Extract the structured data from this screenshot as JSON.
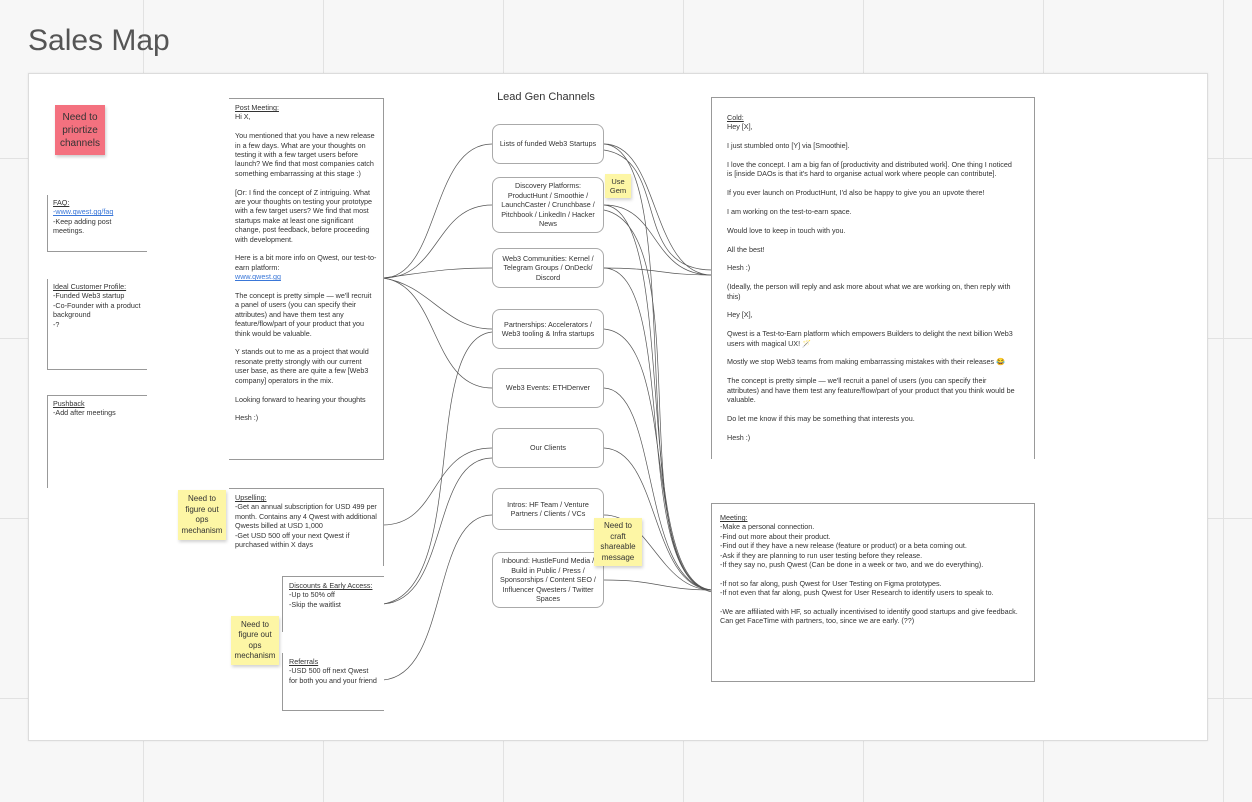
{
  "board": {
    "title": "Sales Map"
  },
  "stickies": {
    "prioritize": "Need to priortize channels",
    "use_gem": "Use Gem",
    "upsell_ops": "Need to figure out ops mechanism",
    "discount_ops": "Need to figure out ops mechanism",
    "craft_message": "Need to craft shareable message"
  },
  "faq": {
    "heading": "FAQ:",
    "link": "-www.qwest.gg/faq",
    "line2": "-Keep adding post meetings."
  },
  "icp": {
    "heading": "Ideal Customer Profile:",
    "lines": [
      "-Funded Web3 startup",
      "-Co-Founder with a product background",
      "-?"
    ]
  },
  "pushback": {
    "heading": "Pushback",
    "line1": "-Add after meetings"
  },
  "post_meeting": {
    "heading": "Post Meeting:",
    "greeting": "Hi X,",
    "p1": "You mentioned that you have a new release in a few days. What are your thoughts on testing it with a few target users before launch? We find that most companies catch something embarrassing at this stage :)",
    "p2": "[Or: I find the concept of Z intriguing. What are your thoughts on testing your prototype with a few target users?  We find that most startups make at least one significant change, post feedback, before proceeding with development.",
    "p3": "Here is a bit more info on Qwest, our test-to-earn platform:",
    "p3_link": "www.qwest.gg",
    "p4": "The concept is pretty simple — we'll recruit a panel of users (you can specify their attributes) and have them test any feature/flow/part of your product that you think would be valuable.",
    "p5": "Y stands out to me as a project that would resonate pretty strongly with our current user base, as there are quite a few [Web3 company] operators in the mix.",
    "p6": "Looking forward to hearing your thoughts",
    "sign": "Hesh :)"
  },
  "upselling": {
    "heading": "Upselling:",
    "line1": "-Get an annual subscription for USD 499 per month. Contains any 4 Qwest with additional Qwests billed at USD 1,000",
    "line2": "-Get USD 500 off your next Qwest if purchased within X days"
  },
  "discounts": {
    "heading": "Discounts & Early Access:",
    "line1": "-Up to 50% off",
    "line2": "-Skip the waitlist"
  },
  "referrals": {
    "heading": "Referrals",
    "line1": "-USD 500 off next Qwest for both you and your friend"
  },
  "lead_gen": {
    "title": "Lead Gen Channels",
    "channels": [
      "Lists of funded Web3 Startups",
      "Discovery Platforms: ProductHunt / Smoothie / LaunchCaster / Crunchbase / Pitchbook / LinkedIn / Hacker News",
      "Web3 Communities: Kernel / Telegram Groups / OnDeck/ Discord",
      "Partnerships: Accelerators / Web3 tooling & Infra startups",
      "Web3 Events: ETHDenver",
      "Our Clients",
      "Intros: HF Team / Venture Partners / Clients / VCs",
      "Inbound: HustleFund Media / Build in Public / Press / Sponsorships / Content SEO / Influencer Qwesters / Twitter Spaces"
    ]
  },
  "cold": {
    "heading": "Cold:",
    "lines": [
      "Hey [X],",
      "I just stumbled onto [Y] via [Smoothie].",
      "I love the concept. I am a big fan of [productivity and distributed work]. One thing I noticed is [inside DAOs is that it's hard to organise actual work where people can contribute].",
      "If you ever launch on ProductHunt, I'd also be happy to give you an upvote there!",
      "I am working on the test-to-earn space.",
      "Would love to keep in touch with you.",
      "All the best!",
      "Hesh :)",
      "(Ideally, the person will reply and ask more about what we are working on, then reply with this)",
      "Hey [X],",
      "Qwest is a Test-to-Earn platform which empowers Builders to delight the next billion Web3 users with magical UX! 🪄",
      "Mostly we stop Web3 teams from making embarrassing mistakes with their releases 😂",
      "The concept is pretty simple — we'll recruit a panel of users (you can specify their attributes) and have them test any feature/flow/part of your product that you think would be valuable.",
      "Do let me know if this may be something that interests you.",
      "Hesh :)"
    ]
  },
  "meeting": {
    "heading": "Meeting:",
    "group1": [
      "-Make a personal connection.",
      "-Find out more about their product.",
      "-Find out if they have a new release (feature or product) or a beta coming out.",
      "-Ask if they are planning to run user testing before they release.",
      "-If they say no, push Qwest (Can be done in a week or two, and we do everything)."
    ],
    "group2": [
      "-If not so far along, push Qwest for User Testing on Figma prototypes.",
      "-If not even that far along, push Qwest for User Research to identify users to speak to."
    ],
    "group3": [
      "-We are affiliated with HF, so actually incentivised to identify good startups and give feedback. Can get FaceTime with partners, too, since we are early. (??)"
    ]
  }
}
